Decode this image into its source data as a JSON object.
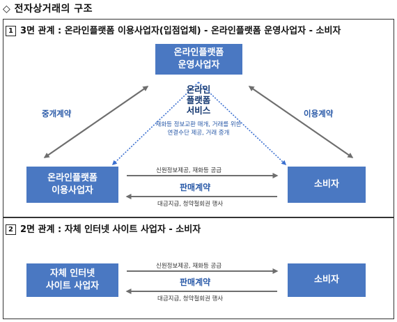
{
  "heading": "◇ 전자상거래의 구조",
  "panel1": {
    "number": "1",
    "title": "3면 관계 : 온라인플랫폼 이용사업자(입점업체) - 온라인플랫폼 운영사업자 - 소비자",
    "operator_box": [
      "온라인플랫폼",
      "운영사업자"
    ],
    "user_box": [
      "온라인플랫폼",
      "이용사업자"
    ],
    "consumer_box": "소비자",
    "left_label": "중개계약",
    "right_label": "이용계약",
    "service_title": [
      "온라인",
      "플랫폼",
      "서비스"
    ],
    "service_desc": [
      "재화등 정보교환 매개, 거래를 위한",
      "연결수단 제공, 거래 중개"
    ],
    "top_arrow_text": "신원정보제공, 재화등 공급",
    "sale_label": "판매계약",
    "bottom_arrow_text": "대금지급, 청약철회권 행사"
  },
  "panel2": {
    "number": "2",
    "title": "2면 관계 : 자체 인터넷 사이트 사업자 - 소비자",
    "business_box": [
      "자체 인터넷",
      "사이트 사업자"
    ],
    "consumer_box": "소비자",
    "top_arrow_text": "신원정보제공, 재화등 공급",
    "sale_label": "판매계약",
    "bottom_arrow_text": "대금지급, 청약철회권 행사"
  },
  "colors": {
    "box_fill": "#4a78c2",
    "accent_text": "#2a5aa8",
    "arrow_gray": "#6e6e6e",
    "dotted_blue": "#3a6fd0"
  }
}
